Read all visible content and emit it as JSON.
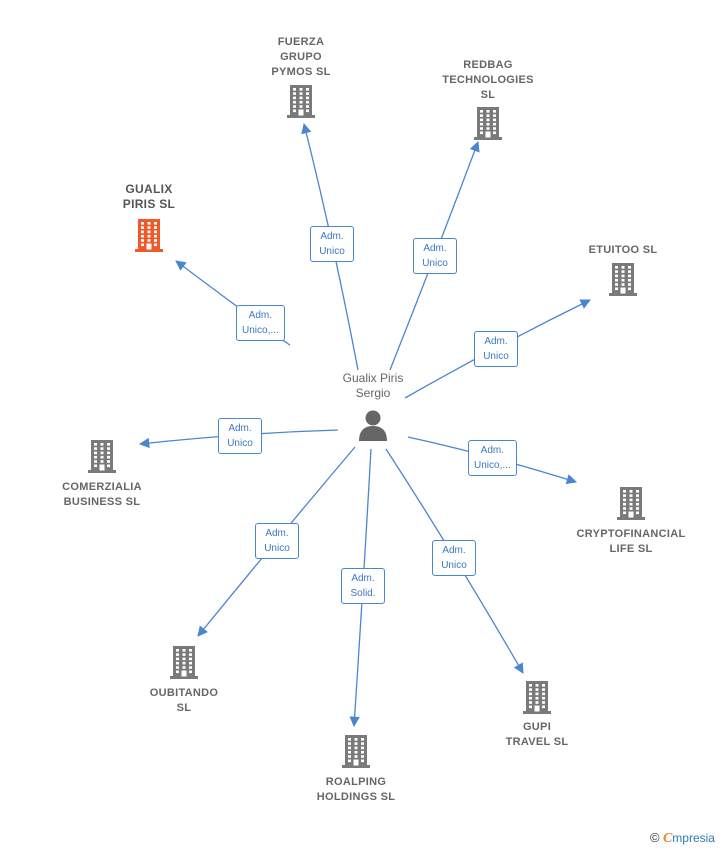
{
  "center": {
    "name": "Gualix Piris\nSergio",
    "icon": "person-icon"
  },
  "nodes": [
    {
      "id": "gualix",
      "label": "GUALIX\nPIRIS  SL",
      "highlight": true,
      "icon": "building-icon"
    },
    {
      "id": "fuerza",
      "label": "FUERZA\nGRUPO\nPYMOS SL",
      "icon": "building-icon"
    },
    {
      "id": "redbag",
      "label": "REDBAG\nTECHNOLOGIES\nSL",
      "icon": "building-icon"
    },
    {
      "id": "etuitoo",
      "label": "ETUITOO  SL",
      "icon": "building-icon"
    },
    {
      "id": "comerzialia",
      "label": "COMERZIALIA\nBUSINESS  SL",
      "icon": "building-icon"
    },
    {
      "id": "crypto",
      "label": "CRYPTOFINANCIAL\nLIFE  SL",
      "icon": "building-icon"
    },
    {
      "id": "oubitando",
      "label": "OUBITANDO\nSL",
      "icon": "building-icon"
    },
    {
      "id": "roalping",
      "label": "ROALPING\nHOLDINGS  SL",
      "icon": "building-icon"
    },
    {
      "id": "gupi",
      "label": "GUPI\nTRAVEL  SL",
      "icon": "building-icon"
    }
  ],
  "edges": [
    {
      "to": "gualix",
      "label": "Adm.\nUnico,..."
    },
    {
      "to": "fuerza",
      "label": "Adm.\nUnico"
    },
    {
      "to": "redbag",
      "label": "Adm.\nUnico"
    },
    {
      "to": "etuitoo",
      "label": "Adm.\nUnico"
    },
    {
      "to": "comerzialia",
      "label": "Adm.\nUnico"
    },
    {
      "to": "crypto",
      "label": "Adm.\nUnico,..."
    },
    {
      "to": "oubitando",
      "label": "Adm.\nUnico"
    },
    {
      "to": "roalping",
      "label": "Adm.\nSolid."
    },
    {
      "to": "gupi",
      "label": "Adm.\nUnico"
    }
  ],
  "colors": {
    "edge": "#4a86d0",
    "building": "#7a7a7a",
    "highlight": "#ee5a2a",
    "person": "#666666"
  },
  "footer": {
    "copyright": "©",
    "brand_initial": "C",
    "brand_rest": "mpresia"
  }
}
